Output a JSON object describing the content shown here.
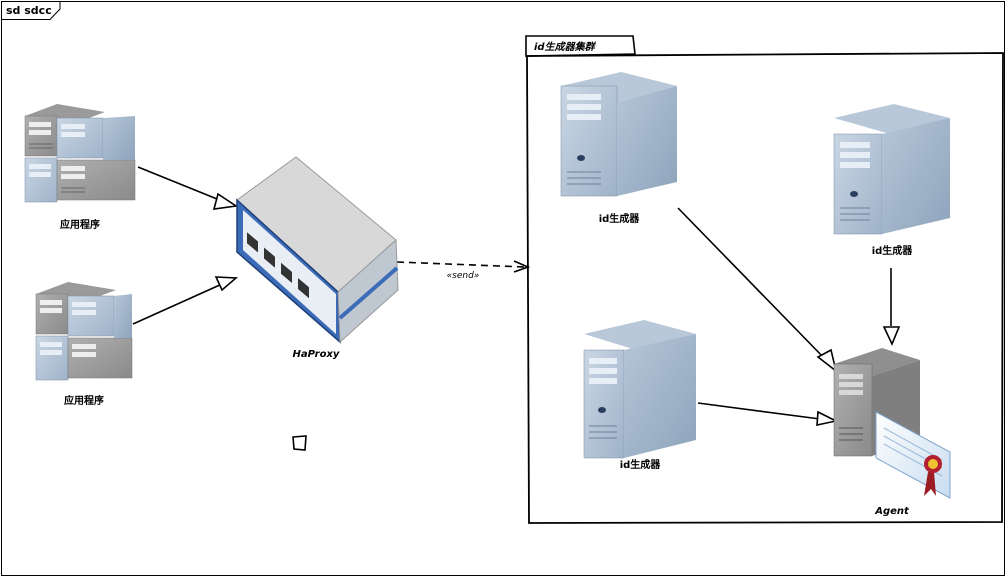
{
  "frame": {
    "title": "sd sdcc"
  },
  "package": {
    "title": "id生成器集群"
  },
  "nodes": {
    "app1": {
      "label": "应用程序"
    },
    "app2": {
      "label": "应用程序"
    },
    "haproxy": {
      "label": "HaProxy"
    },
    "gen1": {
      "label": "id生成器"
    },
    "gen2": {
      "label": "id生成器"
    },
    "gen3": {
      "label": "id生成器"
    },
    "agent": {
      "label": "Agent"
    }
  },
  "edges": {
    "send": {
      "label": "«send»"
    }
  }
}
